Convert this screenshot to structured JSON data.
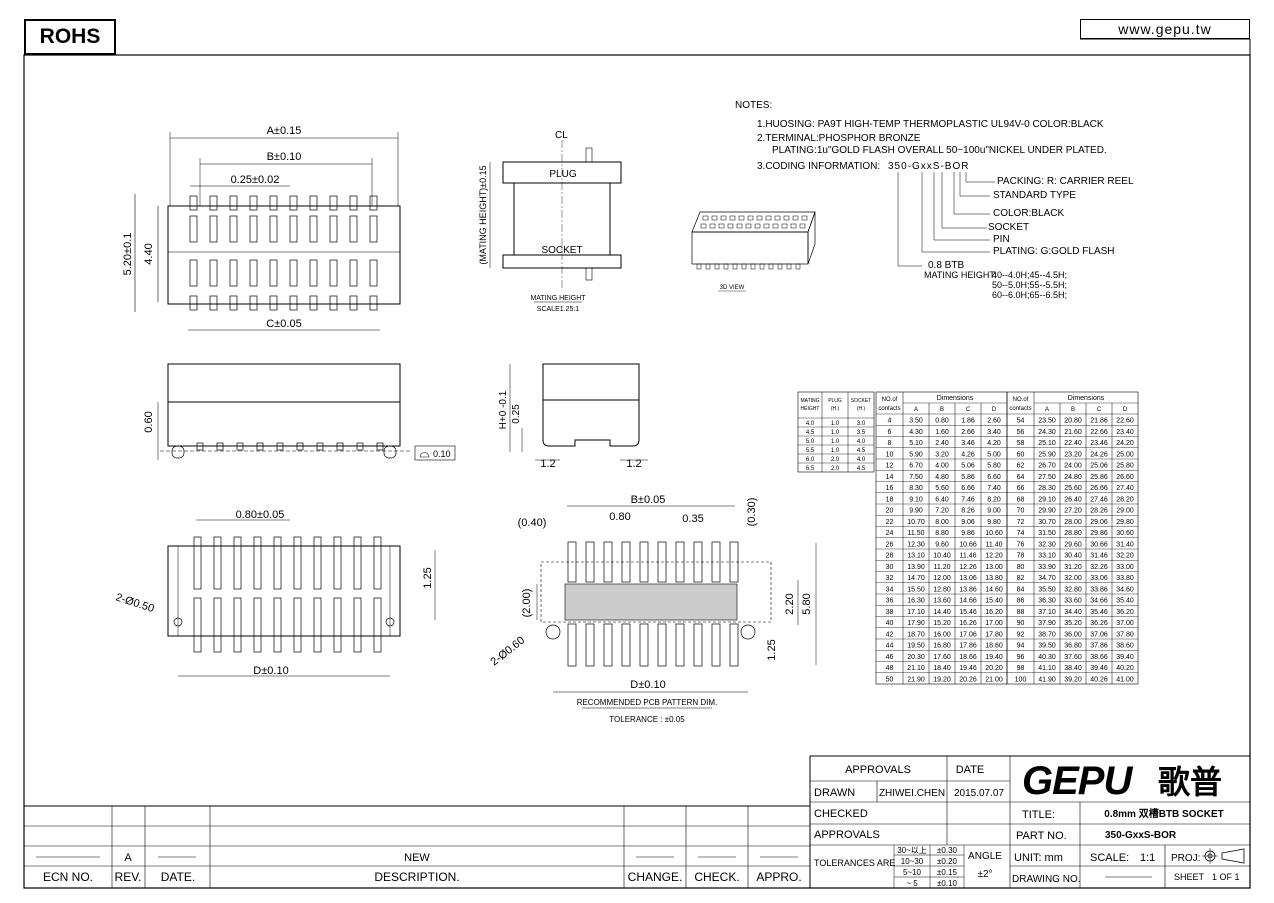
{
  "header": {
    "rohs": "ROHS",
    "website": "www.gepu.tw"
  },
  "notes": {
    "title": "NOTES:",
    "line1": "1.HUOSING: PA9T HIGH-TEMP THERMOPLASTIC UL94V-0 COLOR:BLACK",
    "line2": "2.TERMINAL:PHOSPHOR BRONZE",
    "line3": "PLATING:1u\"GOLD FLASH OVERALL 50~100u\"NICKEL UNDER PLATED.",
    "line4": "3.CODING INFORMATION:",
    "code": "350-GxxS-BOR",
    "packing": "PACKING: R: CARRIER REEL",
    "standard": "STANDARD TYPE",
    "color": "COLOR:BLACK",
    "socket": "SOCKET",
    "pin": "PIN",
    "plating": "PLATING: G:GOLD FLASH",
    "btb": "0.8 BTB",
    "mating_title": "MATING HEIGHT:",
    "mating1": "40--4.0H;45--4.5H;",
    "mating2": "50--5.0H;55--5.5H;",
    "mating3": "60--6.0H;65--6.5H;"
  },
  "dims": {
    "a": "A±0.15",
    "b": "B±0.10",
    "pitch": "0.25±0.02",
    "h520": "5.20±0.1",
    "h440": "4.40",
    "c": "C±0.05",
    "h060": "0.60",
    "flat": "0.10",
    "p080": "0.80±0.05",
    "hole": "2-Ø0.50",
    "d": "D±0.10",
    "h125": "1.25",
    "cl": "CL",
    "plug": "PLUG",
    "socket": "SOCKET",
    "mating_h": "(MATING HEIGHT)±0.15",
    "mating_label": "MATING HEIGHT",
    "scale": "SCALE1.25:1",
    "view3d": "3D VIEW",
    "h_side": "H+0 -0.1",
    "h025": "0.25",
    "w12a": "1.2",
    "w12b": "1.2",
    "pcb_b": "B±0.05",
    "pcb_040": "(0.40)",
    "pcb_080": "0.80",
    "pcb_035": "0.35",
    "pcb_030": "(0.30)",
    "pcb_200": "(2.00)",
    "pcb_220": "2.20",
    "pcb_580": "5.80",
    "pcb_125": "1.25",
    "pcb_hole": "2-Ø0.60",
    "pcb_d": "D±0.10",
    "pcb_title": "RECOMMENDED PCB PATTERN DIM.",
    "tolerance": "TOLERANCE : ±0.05"
  },
  "mating_table": {
    "headers": [
      "MATING HEIGHT",
      "PLUG (H.)",
      "SOCKET (H.)"
    ],
    "rows": [
      [
        "4.0",
        "1.0",
        "3.0"
      ],
      [
        "4.5",
        "1.0",
        "3.5"
      ],
      [
        "5.0",
        "1.0",
        "4.0"
      ],
      [
        "5.5",
        "1.0",
        "4.5"
      ],
      [
        "6.0",
        "2.0",
        "4.0"
      ],
      [
        "6.5",
        "2.0",
        "4.5"
      ]
    ]
  },
  "dim_table": {
    "h_contacts": "NO.of contacts",
    "h_dims": "Dimensions",
    "cols": [
      "A",
      "B",
      "C",
      "D"
    ],
    "left": [
      [
        "4",
        "3.50",
        "0.80",
        "1.86",
        "2.60"
      ],
      [
        "6",
        "4.30",
        "1.60",
        "2.66",
        "3.40"
      ],
      [
        "8",
        "5.10",
        "2.40",
        "3.46",
        "4.20"
      ],
      [
        "10",
        "5.90",
        "3.20",
        "4.26",
        "5.00"
      ],
      [
        "12",
        "6.70",
        "4.00",
        "5.06",
        "5.80"
      ],
      [
        "14",
        "7.50",
        "4.80",
        "5.86",
        "6.60"
      ],
      [
        "16",
        "8.30",
        "5.60",
        "6.66",
        "7.40"
      ],
      [
        "18",
        "9.10",
        "6.40",
        "7.46",
        "8.20"
      ],
      [
        "20",
        "9.90",
        "7.20",
        "8.26",
        "9.00"
      ],
      [
        "22",
        "10.70",
        "8.00",
        "9.06",
        "9.80"
      ],
      [
        "24",
        "11.50",
        "8.80",
        "9.86",
        "10.60"
      ],
      [
        "26",
        "12.30",
        "9.60",
        "10.66",
        "11.40"
      ],
      [
        "28",
        "13.10",
        "10.40",
        "11.46",
        "12.20"
      ],
      [
        "30",
        "13.90",
        "11.20",
        "12.26",
        "13.00"
      ],
      [
        "32",
        "14.70",
        "12.00",
        "13.06",
        "13.80"
      ],
      [
        "34",
        "15.50",
        "12.80",
        "13.86",
        "14.60"
      ],
      [
        "36",
        "16.30",
        "13.60",
        "14.66",
        "15.40"
      ],
      [
        "38",
        "17.10",
        "14.40",
        "15.46",
        "16.20"
      ],
      [
        "40",
        "17.90",
        "15.20",
        "16.26",
        "17.00"
      ],
      [
        "42",
        "18.70",
        "16.00",
        "17.06",
        "17.80"
      ],
      [
        "44",
        "19.50",
        "16.80",
        "17.86",
        "18.60"
      ],
      [
        "46",
        "20.30",
        "17.60",
        "18.66",
        "19.40"
      ],
      [
        "48",
        "21.10",
        "18.40",
        "19.46",
        "20.20"
      ],
      [
        "50",
        "21.90",
        "19.20",
        "20.26",
        "21.00"
      ]
    ],
    "right": [
      [
        "54",
        "23.50",
        "20.80",
        "21.86",
        "22.60"
      ],
      [
        "56",
        "24.30",
        "21.60",
        "22.66",
        "23.40"
      ],
      [
        "58",
        "25.10",
        "22.40",
        "23.46",
        "24.20"
      ],
      [
        "60",
        "25.90",
        "23.20",
        "24.26",
        "25.00"
      ],
      [
        "62",
        "26.70",
        "24.00",
        "25.06",
        "25.80"
      ],
      [
        "64",
        "27.50",
        "24.80",
        "25.86",
        "26.60"
      ],
      [
        "66",
        "28.30",
        "25.60",
        "26.66",
        "27.40"
      ],
      [
        "68",
        "29.10",
        "26.40",
        "27.46",
        "28.20"
      ],
      [
        "70",
        "29.90",
        "27.20",
        "28.26",
        "29.00"
      ],
      [
        "72",
        "30.70",
        "28.00",
        "29.06",
        "29.80"
      ],
      [
        "74",
        "31.50",
        "28.80",
        "29.86",
        "30.60"
      ],
      [
        "76",
        "32.30",
        "29.60",
        "30.66",
        "31.40"
      ],
      [
        "78",
        "33.10",
        "30.40",
        "31.46",
        "32.20"
      ],
      [
        "80",
        "33.90",
        "31.20",
        "32.26",
        "33.00"
      ],
      [
        "82",
        "34.70",
        "32.00",
        "33.06",
        "33.80"
      ],
      [
        "84",
        "35.50",
        "32.80",
        "33.86",
        "34.60"
      ],
      [
        "86",
        "36.30",
        "33.60",
        "34.66",
        "35.40"
      ],
      [
        "88",
        "37.10",
        "34.40",
        "35.46",
        "36.20"
      ],
      [
        "90",
        "37.90",
        "35.20",
        "36.26",
        "37.00"
      ],
      [
        "92",
        "38.70",
        "36.00",
        "37.06",
        "37.80"
      ],
      [
        "94",
        "39.50",
        "36.80",
        "37.86",
        "38.60"
      ],
      [
        "96",
        "40.30",
        "37.60",
        "38.66",
        "39.40"
      ],
      [
        "98",
        "41.10",
        "38.40",
        "39.46",
        "40.20"
      ],
      [
        "100",
        "41.90",
        "39.20",
        "40.26",
        "41.00"
      ]
    ]
  },
  "revision": {
    "ecn": "ECN NO.",
    "rev": "REV.",
    "date": "DATE.",
    "desc": "DESCRIPTION.",
    "change": "CHANGE.",
    "check": "CHECK.",
    "appro": "APPRO.",
    "rev_value": "A",
    "desc_value": "NEW"
  },
  "title_block": {
    "approvals_h": "APPROVALS",
    "date_h": "DATE",
    "drawn": "DRAWN",
    "drawn_name": "ZHIWEI.CHEN",
    "drawn_date": "2015.07.07",
    "checked": "CHECKED",
    "approvals": "APPROVALS",
    "tolerances": "TOLERANCES ARE",
    "angle": "ANGLE",
    "angle_val": "±2°",
    "tol_rows": [
      [
        "30~以上",
        "±0.30"
      ],
      [
        "10~30",
        "±0.20"
      ],
      [
        "5~10",
        "±0.15"
      ],
      [
        "~ 5",
        "±0.10"
      ]
    ],
    "logo": "GEPU",
    "logo_cn": "歌普",
    "title_label": "TITLE:",
    "title_value": "0.8mm 双槽BTB SOCKET",
    "part_label": "PART NO.",
    "part_value": "350-GxxS-BOR",
    "unit_label": "UNIT: mm",
    "scale_label": "SCALE:",
    "scale_value": "1:1",
    "proj_label": "PROJ:",
    "drawing_label": "DRAWING NO.",
    "sheet_label": "SHEET",
    "sheet_value": "1 OF 1"
  }
}
